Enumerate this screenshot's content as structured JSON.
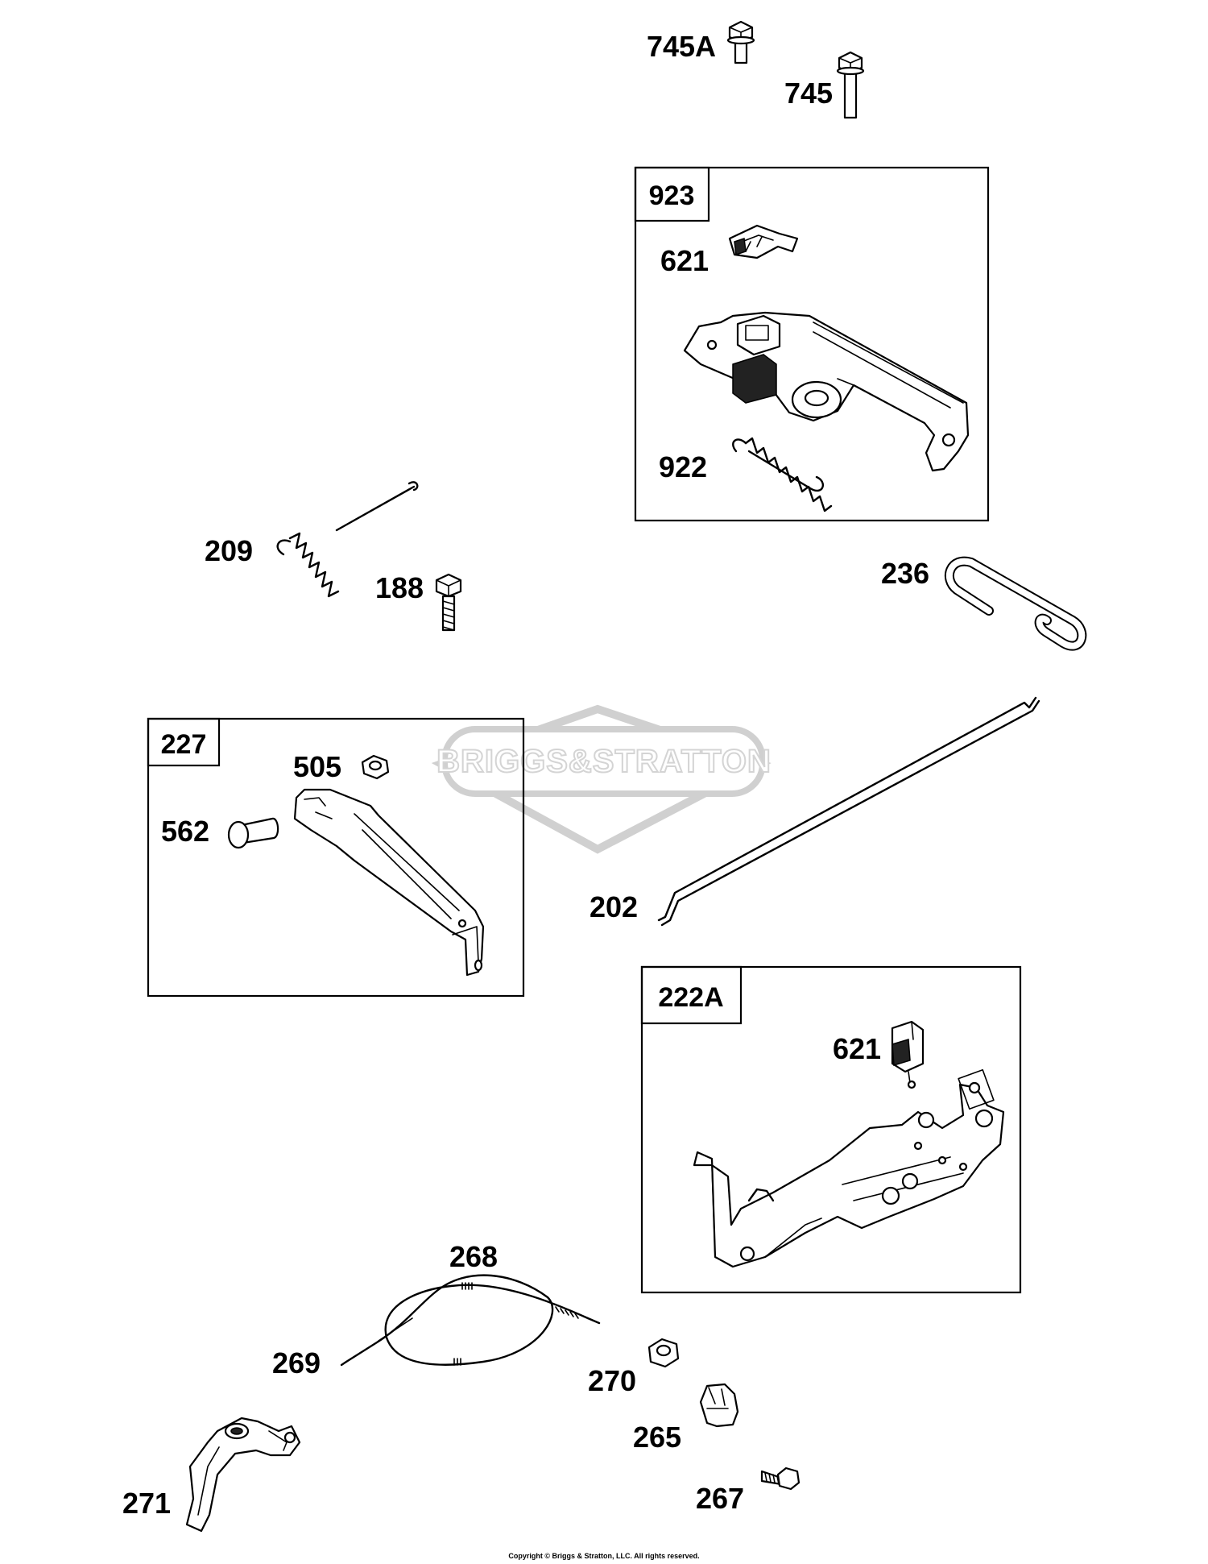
{
  "watermark": "BRIGGS&STRATTON",
  "copyright": "Copyright © Briggs & Stratton, LLC. All rights reserved.",
  "boxes": {
    "b923": "923",
    "b227": "227",
    "b222a": "222A"
  },
  "labels": {
    "p745a": "745A",
    "p745": "745",
    "p621a": "621",
    "p922": "922",
    "p209": "209",
    "p188": "188",
    "p236": "236",
    "p505": "505",
    "p562": "562",
    "p202": "202",
    "p621b": "621",
    "p268": "268",
    "p269": "269",
    "p270": "270",
    "p265": "265",
    "p271": "271",
    "p267": "267"
  }
}
